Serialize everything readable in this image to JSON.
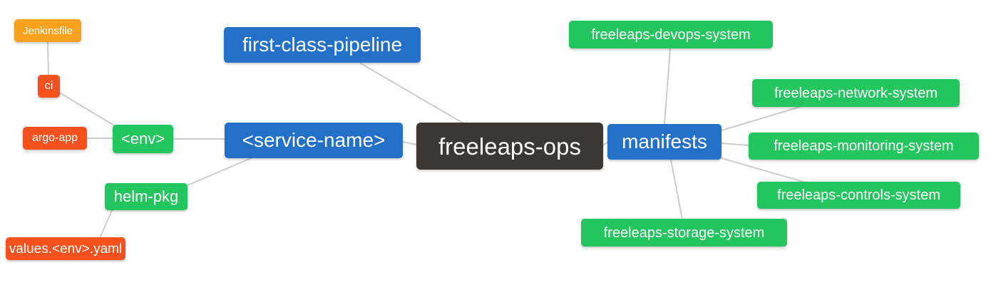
{
  "diagram": {
    "type": "mind-map",
    "root_label": "freeleaps-ops"
  },
  "palette": {
    "blue": "#2270c8",
    "green": "#22c55e",
    "red": "#f4511e",
    "orange": "#f9a11c",
    "dark": "#3a3735",
    "edge": "#cccccc",
    "text": "#ffffff",
    "background": "#ffffff"
  },
  "nodes": {
    "jenkinsfile": {
      "label": "Jenkinsfile",
      "color": "#f9a11c"
    },
    "ci": {
      "label": "ci",
      "color": "#f4511e"
    },
    "argo_app": {
      "label": "argo-app",
      "color": "#f4511e"
    },
    "env": {
      "label": "<env>",
      "color": "#22c55e"
    },
    "helm_pkg": {
      "label": "helm-pkg",
      "color": "#22c55e"
    },
    "values_yaml": {
      "label": "values.<env>.yaml",
      "color": "#f4511e"
    },
    "first_class_pipeline": {
      "label": "first-class-pipeline",
      "color": "#2270c8"
    },
    "service_name": {
      "label": "<service-name>",
      "color": "#2270c8"
    },
    "freeleaps_ops": {
      "label": "freeleaps-ops",
      "color": "#3a3735"
    },
    "manifests": {
      "label": "manifests",
      "color": "#2270c8"
    },
    "devops_system": {
      "label": "freeleaps-devops-system",
      "color": "#22c55e"
    },
    "network_system": {
      "label": "freeleaps-network-system",
      "color": "#22c55e"
    },
    "monitoring_system": {
      "label": "freeleaps-monitoring-system",
      "color": "#22c55e"
    },
    "controls_system": {
      "label": "freeleaps-controls-system",
      "color": "#22c55e"
    },
    "storage_system": {
      "label": "freeleaps-storage-system",
      "color": "#22c55e"
    }
  },
  "edges": [
    {
      "from": "jenkinsfile",
      "to": "ci"
    },
    {
      "from": "ci",
      "to": "env"
    },
    {
      "from": "argo_app",
      "to": "env"
    },
    {
      "from": "env",
      "to": "service_name"
    },
    {
      "from": "helm_pkg",
      "to": "service_name"
    },
    {
      "from": "helm_pkg",
      "to": "values_yaml"
    },
    {
      "from": "first_class_pipeline",
      "to": "freeleaps_ops"
    },
    {
      "from": "service_name",
      "to": "freeleaps_ops"
    },
    {
      "from": "freeleaps_ops",
      "to": "manifests"
    },
    {
      "from": "manifests",
      "to": "devops_system"
    },
    {
      "from": "manifests",
      "to": "network_system"
    },
    {
      "from": "manifests",
      "to": "monitoring_system"
    },
    {
      "from": "manifests",
      "to": "controls_system"
    },
    {
      "from": "manifests",
      "to": "storage_system"
    }
  ]
}
